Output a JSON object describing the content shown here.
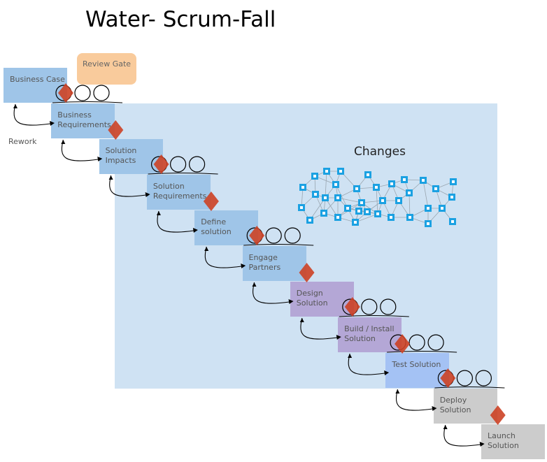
{
  "title": "Water- Scrum-Fall",
  "review_gate": "Review Gate",
  "rework": "Rework",
  "changes": "Changes",
  "colors": {
    "phase_blue": "#9fc5e8",
    "phase_purple": "#b4a7d6",
    "test_blue": "#a4c2f4",
    "phase_gray": "#cccccc",
    "agile_area": "#cfe2f3",
    "gate": "#f9cb9c",
    "diamond": "#cc4125",
    "network_node": "#1ba1e2"
  },
  "phases": [
    {
      "label": "Business Case",
      "color": "#9fc5e8"
    },
    {
      "label": "Business Requirements",
      "color": "#9fc5e8"
    },
    {
      "label": "Solution Impacts",
      "color": "#9fc5e8"
    },
    {
      "label": "Solution Requirements",
      "color": "#9fc5e8"
    },
    {
      "label": "Define solution",
      "color": "#9fc5e8"
    },
    {
      "label": "Engage Partners",
      "color": "#9fc5e8"
    },
    {
      "label": "Design Solution",
      "color": "#b4a7d6"
    },
    {
      "label": "Build / Install Solution",
      "color": "#b4a7d6"
    },
    {
      "label": "Test Solution",
      "color": "#a4c2f4"
    },
    {
      "label": "Deploy Solution",
      "color": "#cccccc"
    },
    {
      "label": "Launch Solution",
      "color": "#cccccc"
    }
  ]
}
